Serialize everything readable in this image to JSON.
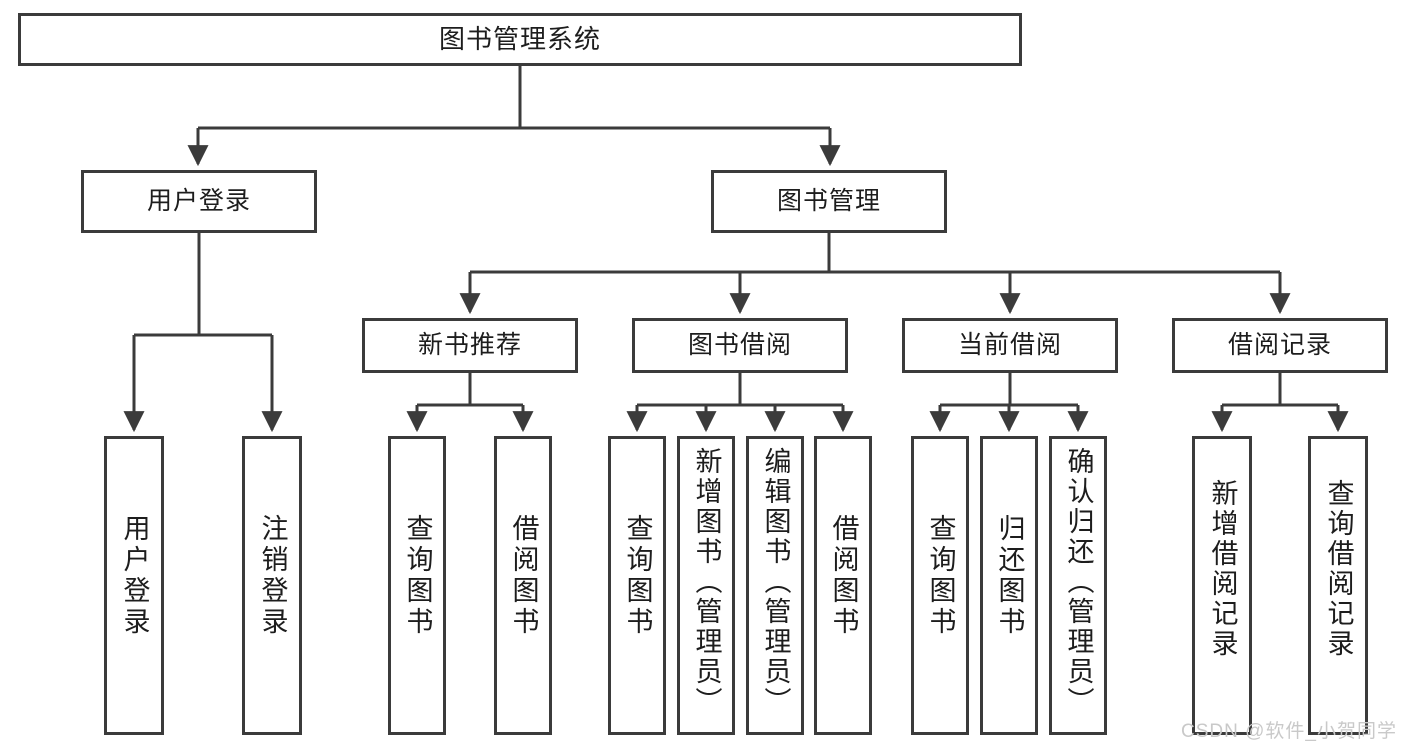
{
  "diagram": {
    "title": "图书管理系统",
    "type": "tree-hierarchy",
    "watermark": "CSDN @软件_小贺同学",
    "colors": {
      "background": "#ffffff",
      "box_border": "#3b3b3b",
      "connector": "#3b3b3b",
      "text": "#1d1d1d",
      "watermark": "#c9c9c9"
    },
    "levels": {
      "root": "图书管理系统",
      "level2": [
        "用户登录",
        "图书管理"
      ],
      "level3": [
        "新书推荐",
        "图书借阅",
        "当前借阅",
        "借阅记录"
      ]
    },
    "nodes": {
      "root": {
        "label": "图书管理系统"
      },
      "user_login": {
        "label": "用户登录"
      },
      "book_manage": {
        "label": "图书管理"
      },
      "new_book_rec": {
        "label": "新书推荐"
      },
      "book_borrow": {
        "label": "图书借阅"
      },
      "current_borrow": {
        "label": "当前借阅"
      },
      "borrow_record": {
        "label": "借阅记录"
      },
      "leaf_user_login": {
        "label": "用户登录"
      },
      "leaf_user_logout": {
        "label": "注销登录"
      },
      "leaf_query_book_1": {
        "label": "查询图书"
      },
      "leaf_borrow_book_1": {
        "label": "借阅图书"
      },
      "leaf_query_book_2": {
        "label": "查询图书"
      },
      "leaf_add_book": {
        "label": "新增图书（管理员）"
      },
      "leaf_edit_book": {
        "label": "编辑图书（管理员）"
      },
      "leaf_borrow_book_2": {
        "label": "借阅图书"
      },
      "leaf_query_book_3": {
        "label": "查询图书"
      },
      "leaf_return_book": {
        "label": "归还图书"
      },
      "leaf_confirm_return": {
        "label": "确认归还（管理员）"
      },
      "leaf_add_record": {
        "label": "新增借阅记录"
      },
      "leaf_query_record": {
        "label": "查询借阅记录"
      }
    },
    "edges": [
      {
        "from": "root",
        "to": "user_login"
      },
      {
        "from": "root",
        "to": "book_manage"
      },
      {
        "from": "user_login",
        "to": "leaf_user_login"
      },
      {
        "from": "user_login",
        "to": "leaf_user_logout"
      },
      {
        "from": "book_manage",
        "to": "new_book_rec"
      },
      {
        "from": "book_manage",
        "to": "book_borrow"
      },
      {
        "from": "book_manage",
        "to": "current_borrow"
      },
      {
        "from": "book_manage",
        "to": "borrow_record"
      },
      {
        "from": "new_book_rec",
        "to": "leaf_query_book_1"
      },
      {
        "from": "new_book_rec",
        "to": "leaf_borrow_book_1"
      },
      {
        "from": "book_borrow",
        "to": "leaf_query_book_2"
      },
      {
        "from": "book_borrow",
        "to": "leaf_add_book"
      },
      {
        "from": "book_borrow",
        "to": "leaf_edit_book"
      },
      {
        "from": "book_borrow",
        "to": "leaf_borrow_book_2"
      },
      {
        "from": "current_borrow",
        "to": "leaf_query_book_3"
      },
      {
        "from": "current_borrow",
        "to": "leaf_return_book"
      },
      {
        "from": "current_borrow",
        "to": "leaf_confirm_return"
      },
      {
        "from": "borrow_record",
        "to": "leaf_add_record"
      },
      {
        "from": "borrow_record",
        "to": "leaf_query_record"
      }
    ]
  }
}
